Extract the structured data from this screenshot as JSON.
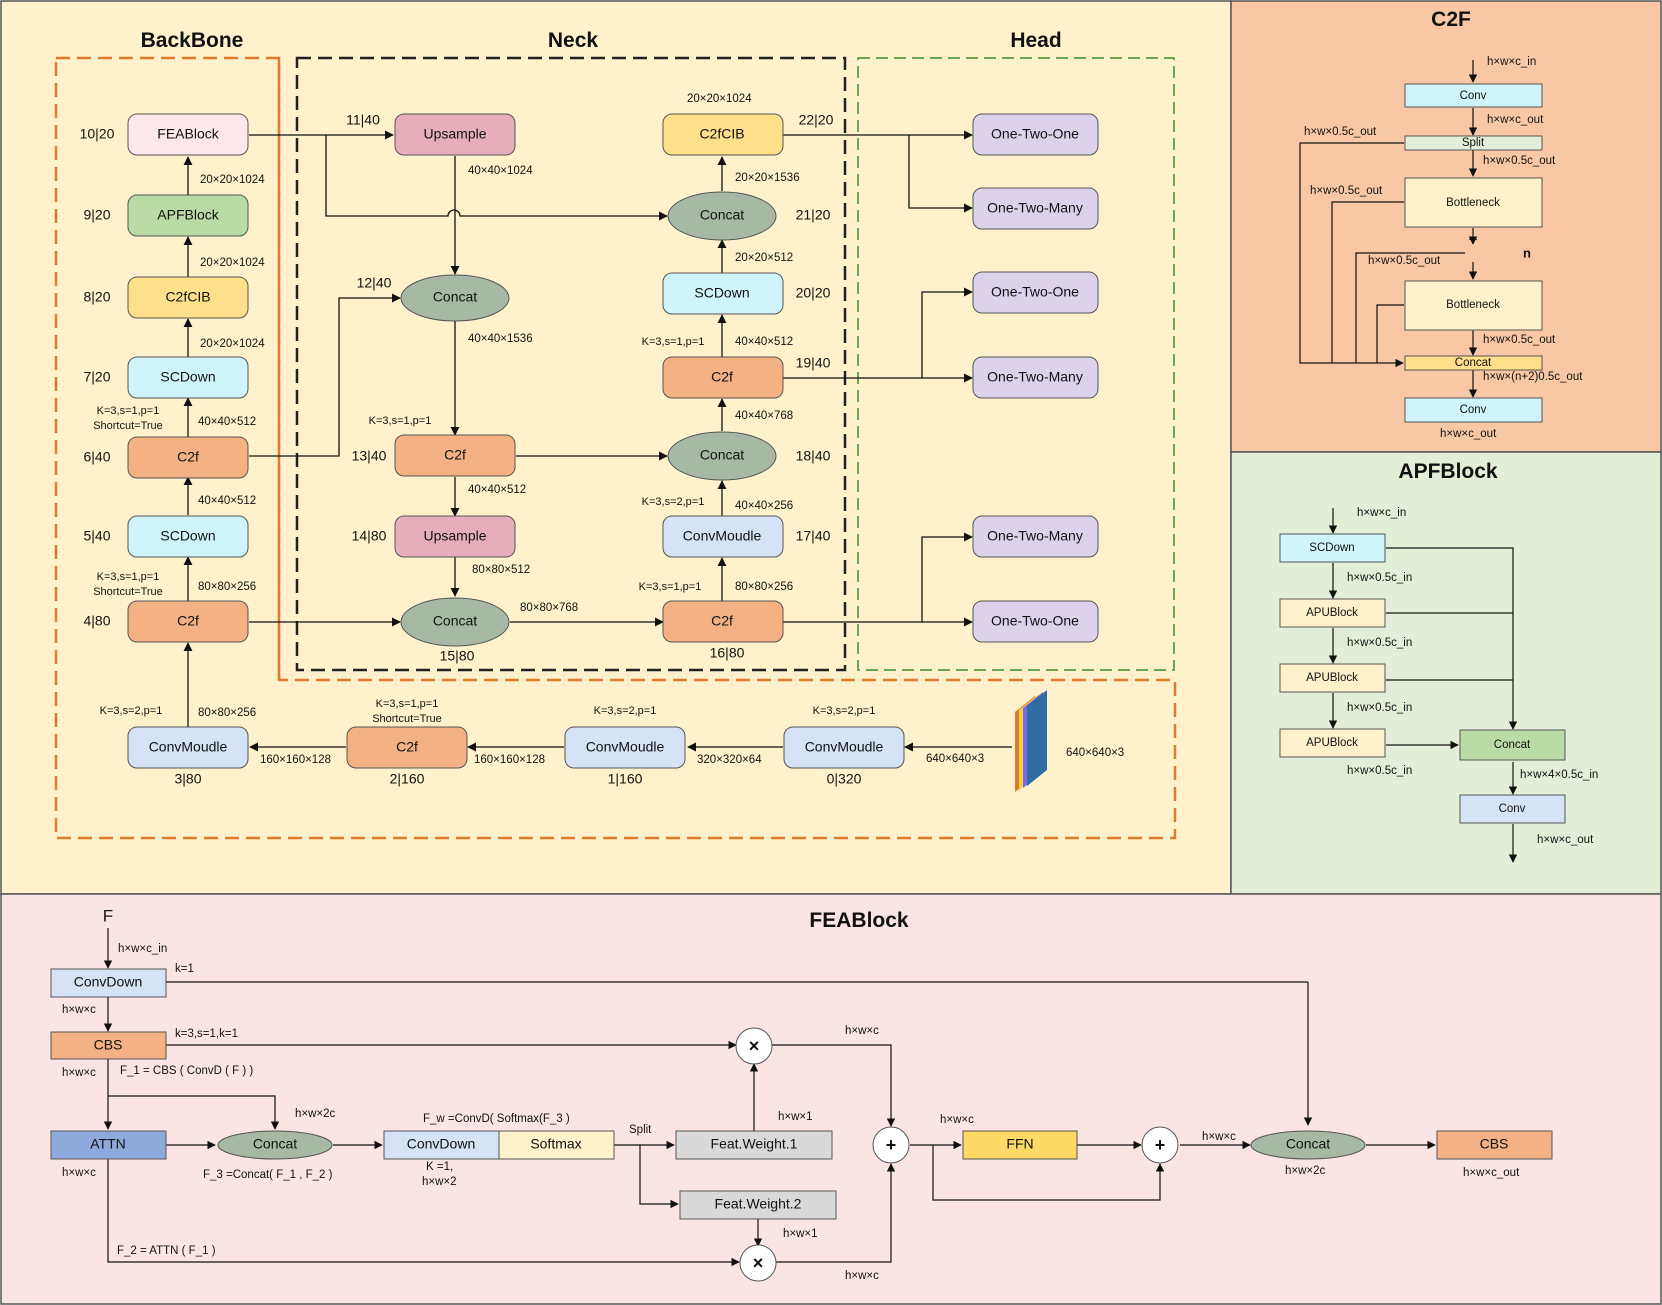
{
  "sections": {
    "backbone": "BackBone",
    "neck": "Neck",
    "head": "Head",
    "c2f": "C2F",
    "apf": "APFBlock",
    "fea": "FEABlock"
  },
  "colors": {
    "main_bg": "#FEF1CC",
    "c2f_bg": "#F8C8A6",
    "apf_bg": "#E3EED8",
    "fea_bg": "#FBE5E4",
    "conv_blue": "#D6E2F6",
    "c2f_orange": "#F4B183",
    "upsample_pink": "#E6AEBA",
    "concat_green": "#A7B9A4",
    "scdown_cyan": "#CFF4FC",
    "c2fcib_yellow": "#FEDF8A",
    "apf_green": "#B9DBA5",
    "fea_pink": "#FDE7EA",
    "head_purple": "#DCD2EC",
    "attn_blue": "#8EAADC",
    "ffn_yellow": "#FFD966",
    "feat_gray": "#D9D9D9"
  },
  "blocks": {
    "fea": "FEABlock",
    "apf": "APFBlock",
    "c2fcib8": "C2fCIB",
    "scdown7": "SCDown",
    "c2f6": "C2f",
    "scdown5": "SCDown",
    "c2f4": "C2f",
    "conv3": "ConvMoudle",
    "c2f2": "C2f",
    "conv1": "ConvMoudle",
    "conv0": "ConvMoudle",
    "up11": "Upsample",
    "concat12": "Concat",
    "c2f13": "C2f",
    "up14": "Upsample",
    "concat15": "Concat",
    "c2f16": "C2f",
    "conv17": "ConvMoudle",
    "concat18": "Concat",
    "c2f19": "C2f",
    "scdown20": "SCDown",
    "concat21": "Concat",
    "c2fcib22": "C2fCIB",
    "h1": "One-Two-One",
    "h2": "One-Two-Many",
    "h3": "One-Two-One",
    "h4": "One-Two-Many",
    "h5": "One-Two-Many",
    "h6": "One-Two-One"
  },
  "layers": {
    "l10": "10|20",
    "l9": "9|20",
    "l8": "8|20",
    "l7": "7|20",
    "l6": "6|40",
    "l5": "5|40",
    "l4": "4|80",
    "l3": "3|80",
    "l2": "2|160",
    "l1": "1|160",
    "l0": "0|320",
    "l11": "11|40",
    "l12": "12|40",
    "l13": "13|40",
    "l14": "14|80",
    "l15": "15|80",
    "l16": "16|80",
    "l17": "17|40",
    "l18": "18|40",
    "l19": "19|40",
    "l20": "20|20",
    "l21": "21|20",
    "l22": "22|20"
  },
  "dims": {
    "d1": "20×20×1024",
    "d2": "20×20×1024",
    "d3": "20×20×1024",
    "d4": "40×40×512",
    "d5": "40×40×512",
    "d6": "80×80×256",
    "d7": "80×80×256",
    "d8": "160×160×128",
    "d9": "160×160×128",
    "d10": "320×320×64",
    "d11": "640×640×3",
    "d12": "640×640×3",
    "d13": "40×40×1024",
    "d14": "40×40×1536",
    "d15": "40×40×512",
    "d16": "80×80×512",
    "d17": "80×80×768",
    "d18": "80×80×256",
    "d19": "40×40×256",
    "d20": "40×40×768",
    "d21": "40×40×512",
    "d22": "20×20×512",
    "d23": "20×20×1536",
    "d24": "20×20×1024"
  },
  "params": {
    "p6a": "K=3,s=1,p=1",
    "p6b": "Shortcut=True",
    "p4a": "K=3,s=1,p=1",
    "p4b": "Shortcut=True",
    "p3": "K=3,s=2,p=1",
    "p2a": "K=3,s=1,p=1",
    "p2b": "Shortcut=True",
    "p1": "K=3,s=2,p=1",
    "p0": "K=3,s=2,p=1",
    "p13": "K=3,s=1,p=1",
    "p19": "K=3,s=1,p=1",
    "p17": "K=3,s=2,p=1",
    "p16": "K=3,s=1,p=1"
  },
  "c2f_detail": {
    "conv": "Conv",
    "split": "Split",
    "bottleneck": "Bottleneck",
    "concat": "Concat",
    "n": "n",
    "dots": "...",
    "t_in": "h×w×c_in",
    "t_out1": "h×w×c_out",
    "t_half_a": "h×w×0.5c_out",
    "t_half_b": "h×w×0.5c_out",
    "t_half_c": "h×w×0.5c_out",
    "t_half_d": "h×w×0.5c_out",
    "t_half_e": "h×w×0.5c_out",
    "t_n2": "h×w×(n+2)0.5c_out",
    "t_out2": "h×w×c_out"
  },
  "apf_detail": {
    "scdown": "SCDown",
    "apu": "APUBlock",
    "concat": "Concat",
    "conv": "Conv",
    "t_in": "h×w×c_in",
    "t_h1": "h×w×0.5c_in",
    "t_h2": "h×w×0.5c_in",
    "t_h3": "h×w×0.5c_in",
    "t_h4": "h×w×0.5c_in",
    "t_4x": "h×w×4×0.5c_in",
    "t_out": "h×w×c_out"
  },
  "fea_detail": {
    "F": "F",
    "convdown": "ConvDown",
    "cbs": "CBS",
    "attn": "ATTN",
    "concat": "Concat",
    "softmax": "Softmax",
    "fw1": "Feat.Weight.1",
    "fw2": "Feat.Weight.2",
    "ffn": "FFN",
    "times": "×",
    "plus": "+",
    "t_in": "h×w×c_in",
    "t_k1": "k=1",
    "t_hwc1": "h×w×c",
    "t_cbsk": "k=3,s=1,k=1",
    "t_hwc2": "h×w×c",
    "t_f1": "F_1 = CBS ( ConvD ( F ) )",
    "t_2c": "h×w×2c",
    "t_hwc3": "h×w×c",
    "t_f3": "F_3 =Concat( F_1 , F_2 )",
    "t_fw": "F_w =ConvD( Softmax(F_3 )",
    "t_kk": "K =1,",
    "t_k2": "h×w×2",
    "t_split": "Split",
    "t_hw1a": "h×w×1",
    "t_hw1b": "h×w×1",
    "t_hwc_top": "h×w×c",
    "t_hwc_bot": "h×w×c",
    "t_hwc_ffn": "h×w×c",
    "t_hwc_cat": "h×w×c",
    "t_2c_b": "h×w×2c",
    "t_out": "h×w×c_out",
    "t_f2": "F_2 = ATTN ( F_1  )"
  }
}
